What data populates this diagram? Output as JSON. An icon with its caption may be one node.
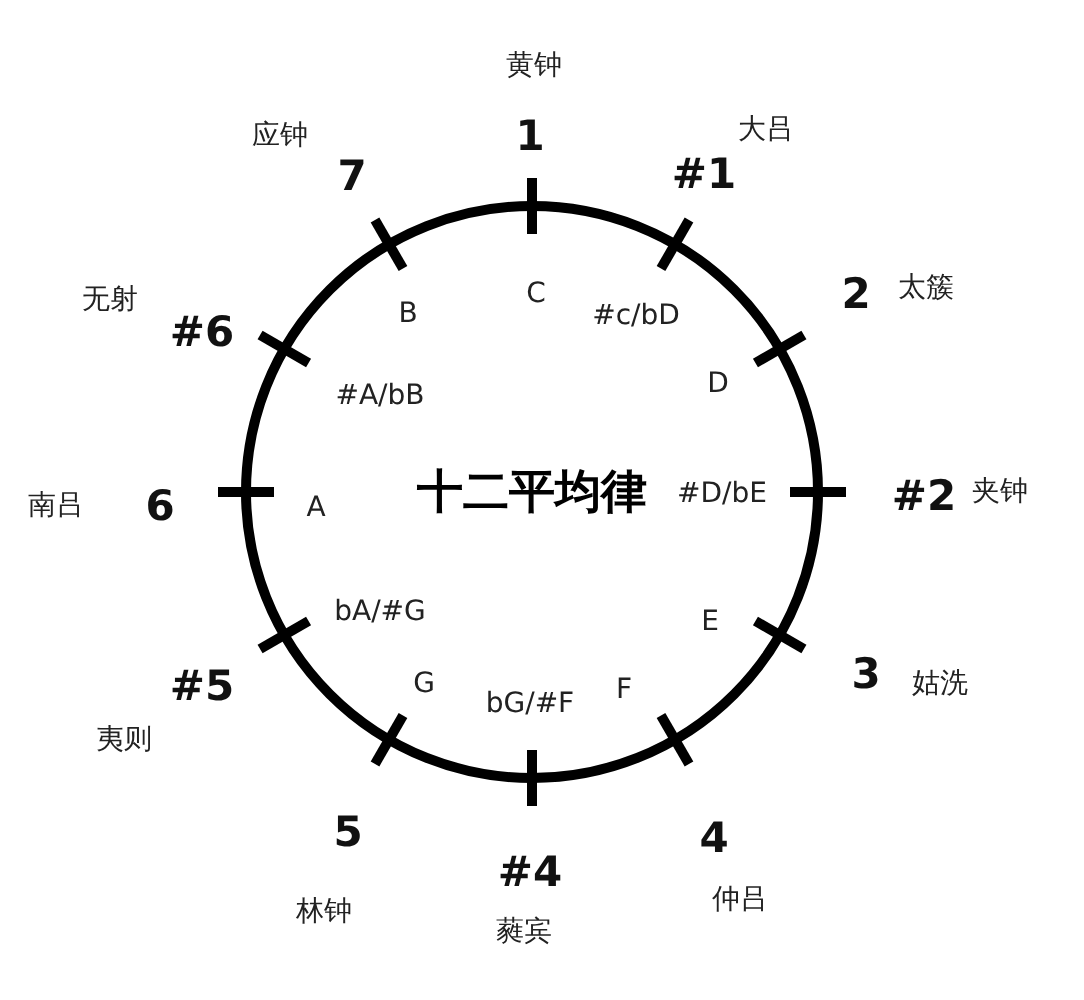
{
  "diagram": {
    "nodes": [
      {
        "text": [
          "十二平均律"
        ]
      }
    ],
    "edges": [],
    "labels": [
      "黄钟",
      "1",
      "C",
      "大吕",
      "#1",
      "#c/bD",
      "太簇",
      "2",
      "D",
      "夹钟",
      "#2",
      "#D/bE",
      "姑洗",
      "3",
      "E",
      "仲吕",
      "4",
      "F",
      "蕤宾",
      "#4",
      "bG/#F",
      "林钟",
      "5",
      "G",
      "夷则",
      "#5",
      "bA/#G",
      "南吕",
      "6",
      "A",
      "无射",
      "#6",
      "#A/bB",
      "应钟",
      "7",
      "B"
    ]
  }
}
